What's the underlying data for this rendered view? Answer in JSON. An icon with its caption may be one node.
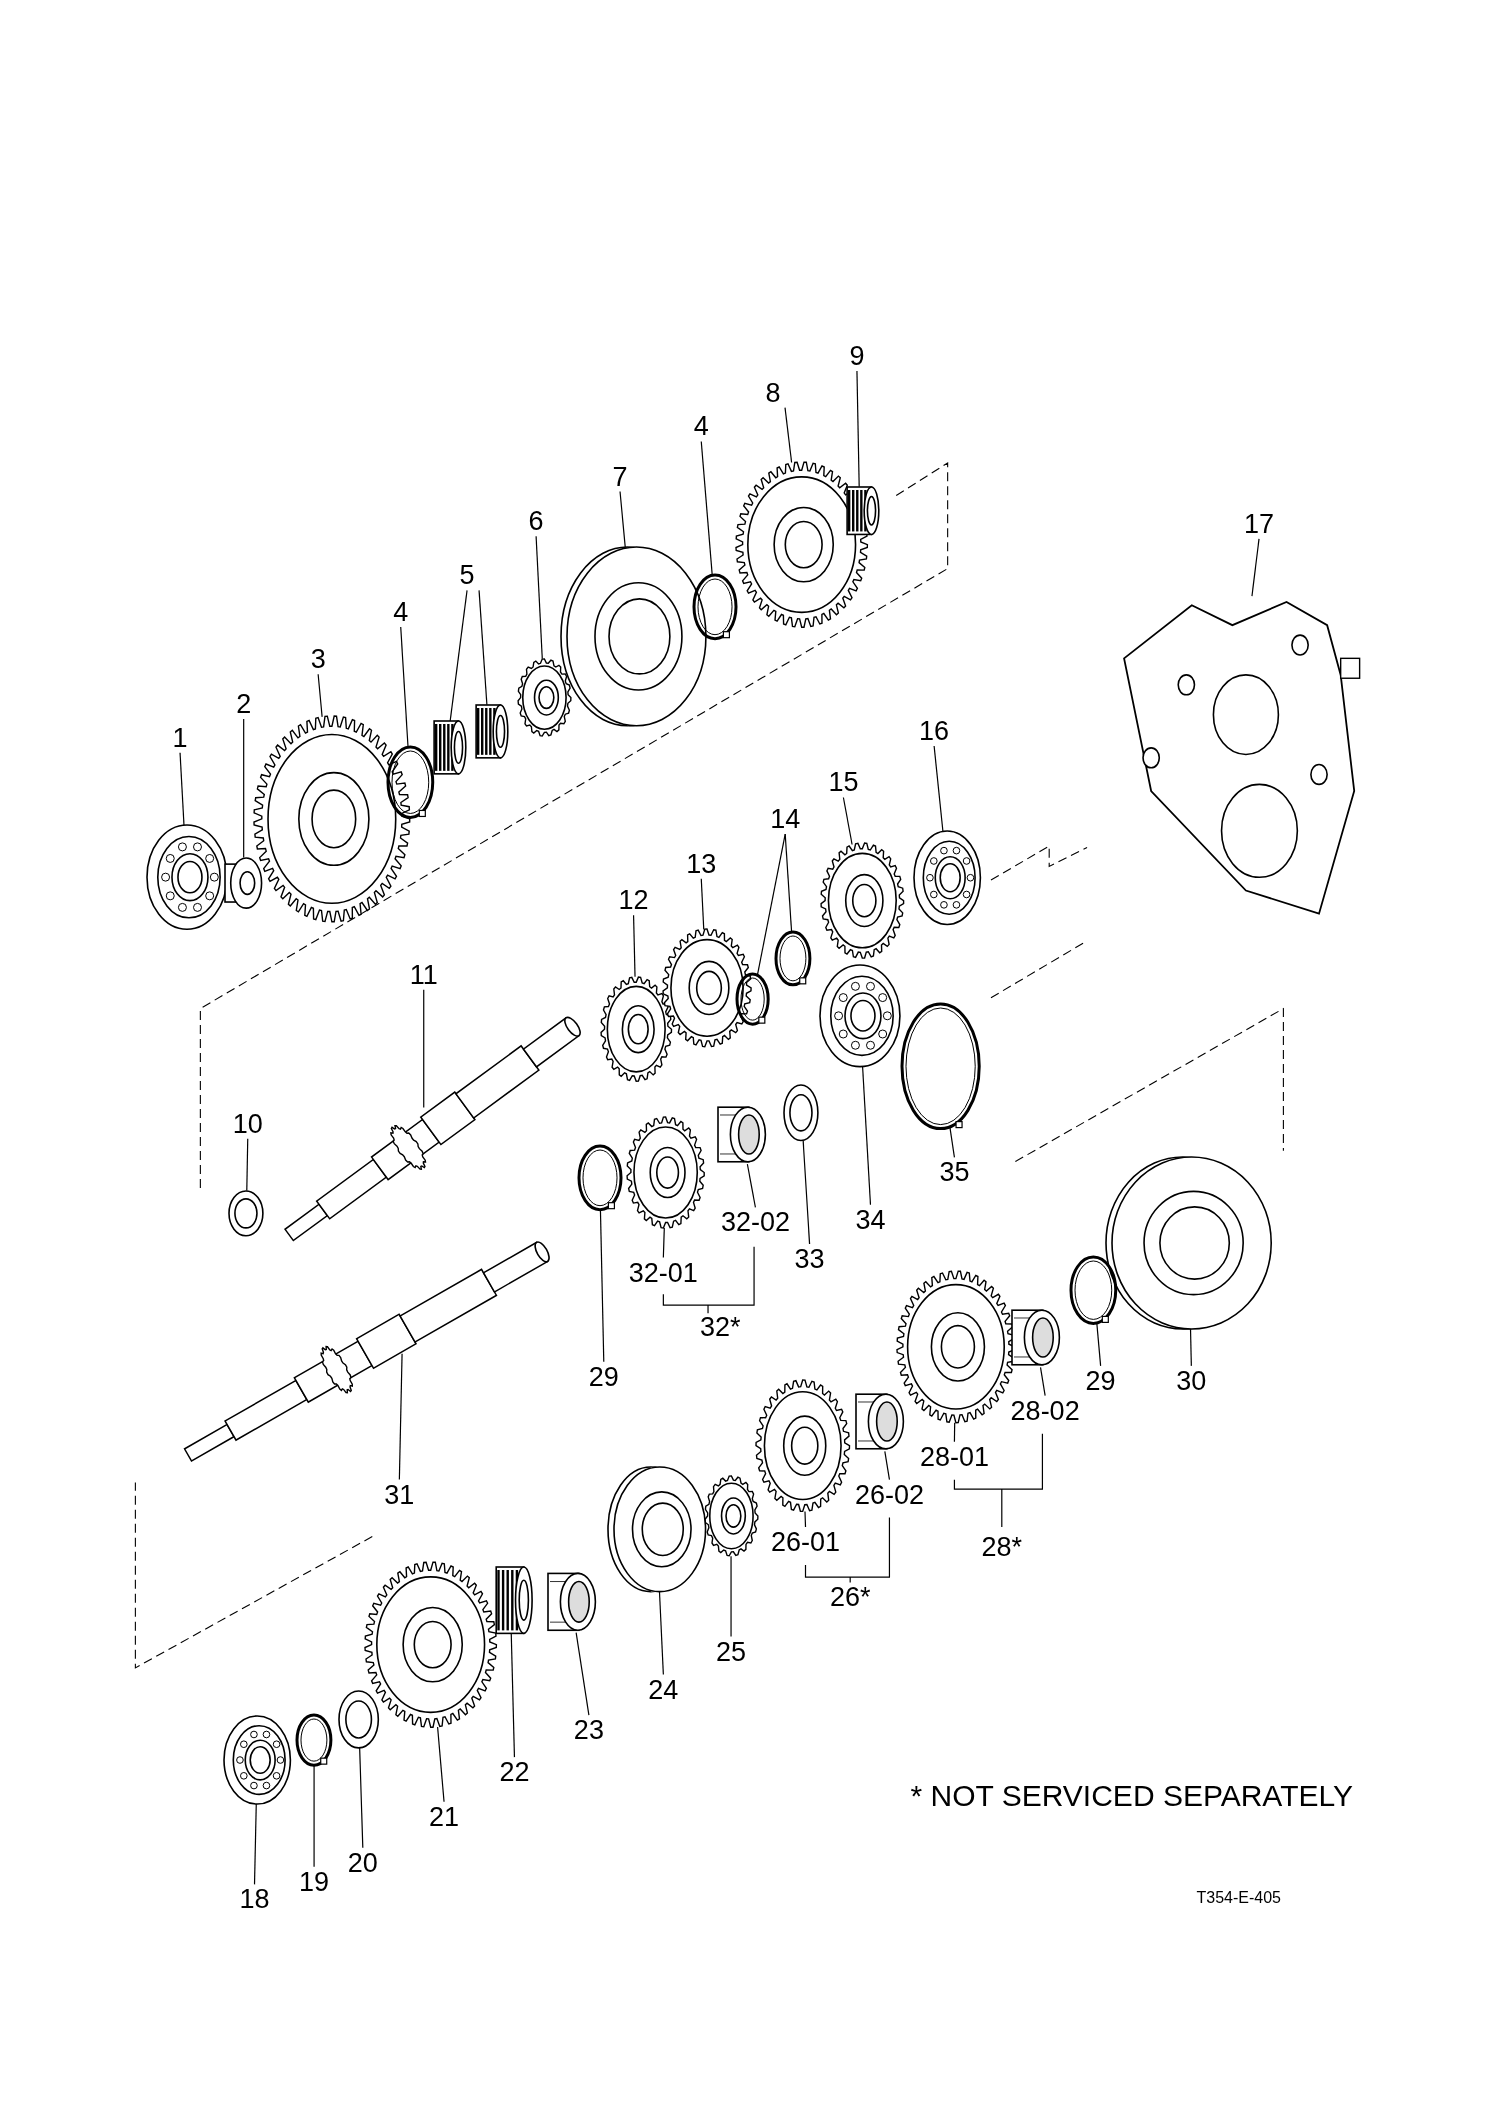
{
  "diagram": {
    "nodes": [
      {
        "text": [
          "1"
        ]
      },
      {
        "text": [],
        "shape": "picture"
      },
      {
        "text": [
          "2"
        ]
      },
      {
        "text": [],
        "shape": "picture"
      },
      {
        "text": [
          "3"
        ]
      },
      {
        "text": [],
        "shape": "picture"
      },
      {
        "text": [
          "4"
        ]
      },
      {
        "text": [],
        "shape": "picture"
      },
      {
        "text": [
          "5"
        ]
      },
      {
        "text": [],
        "shape": "picture"
      },
      {
        "text": [],
        "shape": "picture"
      },
      {
        "text": [
          "6"
        ]
      },
      {
        "text": [],
        "shape": "picture"
      },
      {
        "text": [
          "7"
        ]
      },
      {
        "text": [],
        "shape": "picture"
      },
      {
        "text": [
          "4"
        ]
      },
      {
        "text": [],
        "shape": "picture"
      },
      {
        "text": [
          "8"
        ]
      },
      {
        "text": [],
        "shape": "picture"
      },
      {
        "text": [
          "9"
        ]
      },
      {
        "text": [],
        "shape": "picture"
      },
      {
        "text": [
          "17"
        ]
      },
      {
        "text": [],
        "shape": "picture"
      },
      {
        "text": [
          "10"
        ]
      },
      {
        "text": [],
        "shape": "picture"
      },
      {
        "text": [
          "11"
        ]
      },
      {
        "text": [],
        "shape": "picture"
      },
      {
        "text": [
          "12"
        ]
      },
      {
        "text": [],
        "shape": "picture"
      },
      {
        "text": [
          "13"
        ]
      },
      {
        "text": [],
        "shape": "picture"
      },
      {
        "text": [
          "14"
        ]
      },
      {
        "text": [],
        "shape": "picture"
      },
      {
        "text": [],
        "shape": "picture"
      },
      {
        "text": [
          "15"
        ]
      },
      {
        "text": [],
        "shape": "picture"
      },
      {
        "text": [
          "16"
        ]
      },
      {
        "text": [],
        "shape": "picture"
      },
      {
        "text": [
          "29"
        ]
      },
      {
        "text": [],
        "shape": "picture"
      },
      {
        "text": [
          "32-01"
        ]
      },
      {
        "text": [],
        "shape": "picture"
      },
      {
        "text": [
          "32-02"
        ]
      },
      {
        "text": [],
        "shape": "picture"
      },
      {
        "text": [
          "33"
        ]
      },
      {
        "text": [],
        "shape": "picture"
      },
      {
        "text": [
          "34"
        ]
      },
      {
        "text": [],
        "shape": "picture"
      },
      {
        "text": [
          "35"
        ]
      },
      {
        "text": [],
        "shape": "picture"
      },
      {
        "text": [
          "31"
        ]
      },
      {
        "text": [],
        "shape": "picture"
      },
      {
        "text": [
          "30"
        ]
      },
      {
        "text": [],
        "shape": "picture"
      },
      {
        "text": [
          "29"
        ]
      },
      {
        "text": [],
        "shape": "picture"
      },
      {
        "text": [
          "28-01"
        ]
      },
      {
        "text": [],
        "shape": "picture"
      },
      {
        "text": [
          "28-02"
        ]
      },
      {
        "text": [],
        "shape": "picture"
      },
      {
        "text": [
          "26-01"
        ]
      },
      {
        "text": [],
        "shape": "picture"
      },
      {
        "text": [
          "26-02"
        ]
      },
      {
        "text": [],
        "shape": "picture"
      },
      {
        "text": [
          "25"
        ]
      },
      {
        "text": [],
        "shape": "picture"
      },
      {
        "text": [
          "24"
        ]
      },
      {
        "text": [],
        "shape": "picture"
      },
      {
        "text": [
          "23"
        ]
      },
      {
        "text": [],
        "shape": "picture"
      },
      {
        "text": [
          "22"
        ]
      },
      {
        "text": [],
        "shape": "picture"
      },
      {
        "text": [
          "21"
        ]
      },
      {
        "text": [],
        "shape": "picture"
      },
      {
        "text": [
          "20"
        ]
      },
      {
        "text": [],
        "shape": "picture"
      },
      {
        "text": [
          "19"
        ]
      },
      {
        "text": [],
        "shape": "picture"
      },
      {
        "text": [
          "18"
        ]
      },
      {
        "text": [],
        "shape": "picture"
      }
    ],
    "edges": [
      {
        "from": 0,
        "to": 1,
        "arrow": "none"
      },
      {
        "from": 2,
        "to": 3,
        "arrow": "none"
      },
      {
        "from": 4,
        "to": 5,
        "arrow": "none"
      },
      {
        "from": 6,
        "to": 7,
        "arrow": "none"
      },
      {
        "from": 8,
        "to": 9,
        "arrow": "none"
      },
      {
        "from": 8,
        "to": 10,
        "arrow": "none"
      },
      {
        "from": 11,
        "to": 12,
        "arrow": "none"
      },
      {
        "from": 13,
        "to": 14,
        "arrow": "none"
      },
      {
        "from": 15,
        "to": 16,
        "arrow": "none"
      },
      {
        "from": 17,
        "to": 18,
        "arrow": "none"
      },
      {
        "from": 19,
        "to": 20,
        "arrow": "none"
      },
      {
        "from": 21,
        "to": 22,
        "arrow": "none"
      },
      {
        "from": 23,
        "to": 24,
        "arrow": "none"
      },
      {
        "from": 25,
        "to": 26,
        "arrow": "none"
      },
      {
        "from": 27,
        "to": 28,
        "arrow": "none"
      },
      {
        "from": 29,
        "to": 30,
        "arrow": "none"
      },
      {
        "from": 31,
        "to": 32,
        "arrow": "none"
      },
      {
        "from": 31,
        "to": 33,
        "arrow": "none"
      },
      {
        "from": 34,
        "to": 35,
        "arrow": "none"
      },
      {
        "from": 36,
        "to": 37,
        "arrow": "none"
      },
      {
        "from": 38,
        "to": 39,
        "arrow": "none"
      },
      {
        "from": 40,
        "to": 41,
        "arrow": "none"
      },
      {
        "from": 42,
        "to": 43,
        "arrow": "none"
      },
      {
        "from": 44,
        "to": 45,
        "arrow": "none"
      },
      {
        "from": 46,
        "to": 47,
        "arrow": "none"
      },
      {
        "from": 48,
        "to": 49,
        "arrow": "none"
      },
      {
        "from": 50,
        "to": 51,
        "arrow": "none"
      },
      {
        "from": 52,
        "to": 53,
        "arrow": "none"
      },
      {
        "from": 54,
        "to": 55,
        "arrow": "none"
      },
      {
        "from": 56,
        "to": 57,
        "arrow": "none"
      },
      {
        "from": 58,
        "to": 59,
        "arrow": "none"
      },
      {
        "from": 60,
        "to": 61,
        "arrow": "none"
      },
      {
        "from": 62,
        "to": 63,
        "arrow": "none"
      },
      {
        "from": 64,
        "to": 65,
        "arrow": "none"
      },
      {
        "from": 66,
        "to": 67,
        "arrow": "none"
      },
      {
        "from": 68,
        "to": 69,
        "arrow": "none"
      },
      {
        "from": 70,
        "to": 71,
        "arrow": "none"
      },
      {
        "from": 72,
        "to": 73,
        "arrow": "none"
      },
      {
        "from": 74,
        "to": 75,
        "arrow": "none"
      },
      {
        "from": 76,
        "to": 77,
        "arrow": "none"
      },
      {
        "from": 78,
        "to": 79,
        "arrow": "none"
      }
    ],
    "labels": [
      "32*",
      "28*",
      "26*",
      "* NOT SERVICED SEPARATELY",
      "T354-E-405"
    ]
  }
}
